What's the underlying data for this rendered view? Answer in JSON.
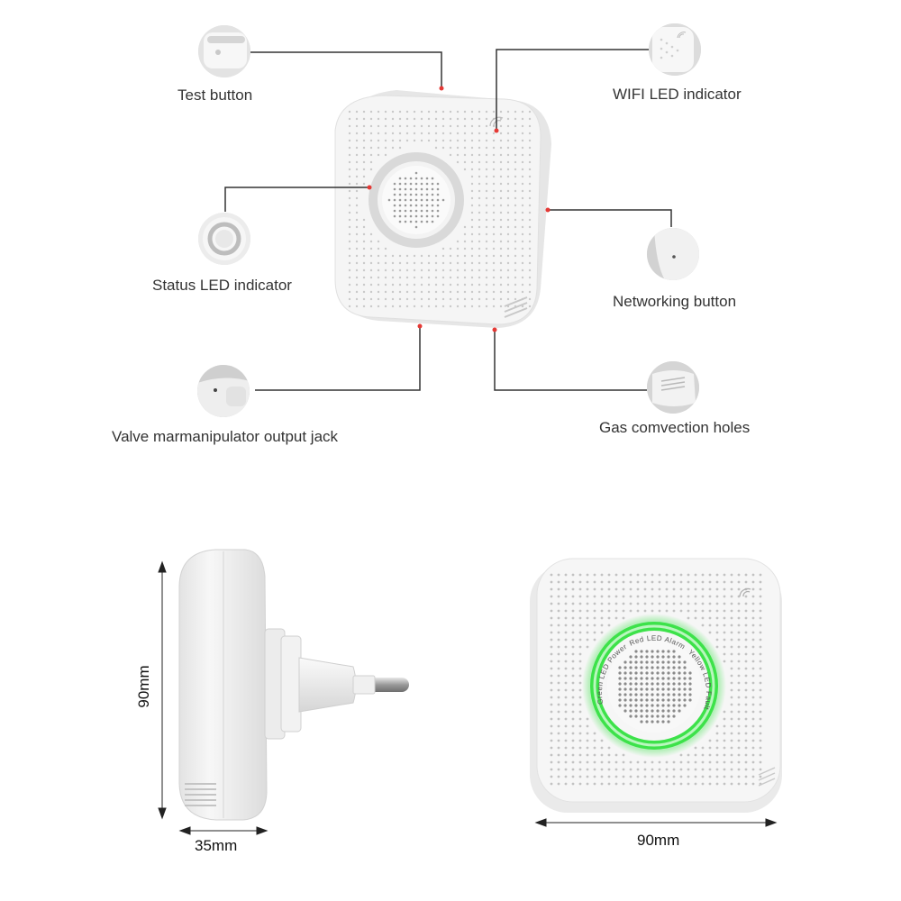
{
  "callouts": {
    "test_button": "Test button",
    "wifi_led": "WIFI LED indicator",
    "status_led": "Status LED indicator",
    "networking_button": "Networking button",
    "valve_jack": "Valve marmanipulator output jack",
    "gas_holes": "Gas comvection holes"
  },
  "ring_text": {
    "green": "Green LED Power",
    "red": "Red LED Alarm",
    "yellow": "Yellow LED Fault"
  },
  "dimensions": {
    "height": "90mm",
    "depth": "35mm",
    "width": "90mm"
  },
  "colors": {
    "callout_line": "#333333",
    "callout_dot": "#e53935",
    "status_ring": "#3de24a",
    "device_body": "#f4f4f4"
  }
}
